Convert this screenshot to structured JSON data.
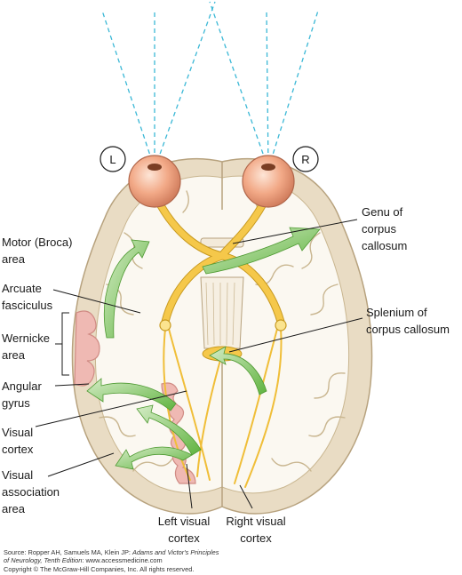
{
  "eye_badges": {
    "left": "L",
    "right": "R"
  },
  "labels": {
    "motor_broca": [
      "Motor (Broca)",
      "area"
    ],
    "arcuate": [
      "Arcuate",
      "fasciculus"
    ],
    "wernicke": [
      "Wernicke",
      "area"
    ],
    "angular": [
      "Angular",
      "gyrus"
    ],
    "visual_cortex": [
      "Visual",
      "cortex"
    ],
    "visual_assoc": [
      "Visual",
      "association",
      "area"
    ],
    "genu": [
      "Genu of",
      "corpus",
      "callosum"
    ],
    "splenium": [
      "Splenium of",
      "corpus callosum"
    ],
    "left_visual_cortex": [
      "Left visual",
      "cortex"
    ],
    "right_visual_cortex": [
      "Right visual",
      "cortex"
    ]
  },
  "source": {
    "line1_prefix": "Source: Ropper AH, Samuels MA, Klein JP: ",
    "line1_italic": "Adams and Victor's Principles",
    "line2_italic": "of Neurology, Tenth Edition",
    "line2_suffix": ": www.accessmedicine.com",
    "line3": "Copyright © The McGraw-Hill Companies, Inc. All rights reserved."
  },
  "colors": {
    "cortex_tan": "#e9dcc4",
    "cortex_edge": "#b7a27e",
    "white_matter": "#fbf8f1",
    "language_pink": "#efb9b3",
    "pathway_yellow": "#f5c84a",
    "arrow_green": "#6fbf4f",
    "sightline_cyan": "#3bb8d6",
    "eye_peach": "#f2a987"
  }
}
